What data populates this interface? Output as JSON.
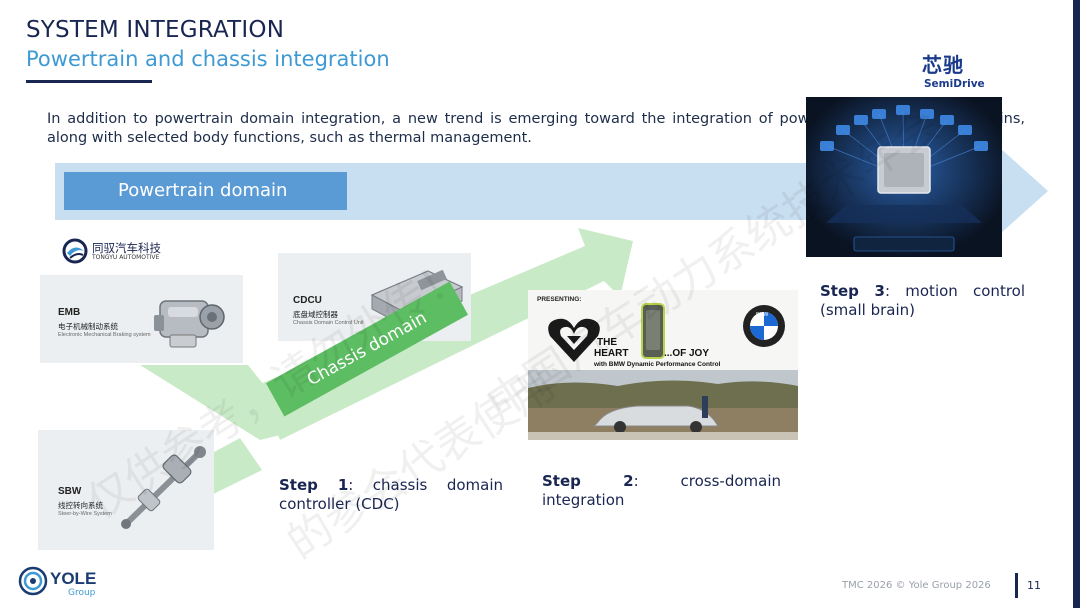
{
  "header": {
    "title": "SYSTEM INTEGRATION",
    "subtitle": "Powertrain and chassis integration"
  },
  "intro": {
    "text": "In addition to powertrain domain integration, a new trend is emerging toward the integration of powertrain and chassis domains, along with selected body functions, such as thermal management."
  },
  "domains": {
    "powertrain": "Powertrain domain",
    "chassis": "Chassis domain"
  },
  "tongyu": {
    "name": "同驭汽车科技",
    "sub": "TONGYU AUTOMOTIVE"
  },
  "products": {
    "emb": {
      "code": "EMB",
      "cn": "电子机械制动系统",
      "en": "Electronic Mechanical Braking system"
    },
    "sbw": {
      "code": "SBW",
      "cn": "线控转向系统",
      "en": "Steer-by-Wire System"
    },
    "cdcu": {
      "code": "CDCU",
      "cn": "底盘域控制器",
      "en": "Chassis Domain Control Unit"
    }
  },
  "steps": [
    {
      "label": "Step 1",
      "text": ": chassis domain controller (CDC)"
    },
    {
      "label": "Step 2",
      "text": ": cross-domain integration"
    },
    {
      "label": "Step 3",
      "text": ": motion control (small brain)"
    }
  ],
  "bmw_video": {
    "presenting": "PRESENTING:",
    "the": "THE",
    "heart": "HEART",
    "of_joy": "...OF JOY",
    "tagline": "with BMW Dynamic Performance Control",
    "brand": "BMW"
  },
  "semidrive": {
    "logo_cn": "芯驰",
    "logo_en": "SemiDrive"
  },
  "footer": {
    "brand": "YOLE",
    "brand_sub": "Group",
    "text": "TMC 2026  © Yole Group 2026",
    "page": "11"
  },
  "watermark": {
    "line1": "中国汽车动力系统技术年会",
    "line2": "仅供参考，请勿外传！",
    "line3": "的参会代表使用"
  },
  "colors": {
    "navy": "#1a2652",
    "accent_blue": "#3d9ad4",
    "powertrain_blue": "#5b9bd5",
    "arrow_light_blue": "#c6ddf0",
    "chassis_green": "#5dbd62",
    "arrow_light_green": "#c3e8c1"
  }
}
